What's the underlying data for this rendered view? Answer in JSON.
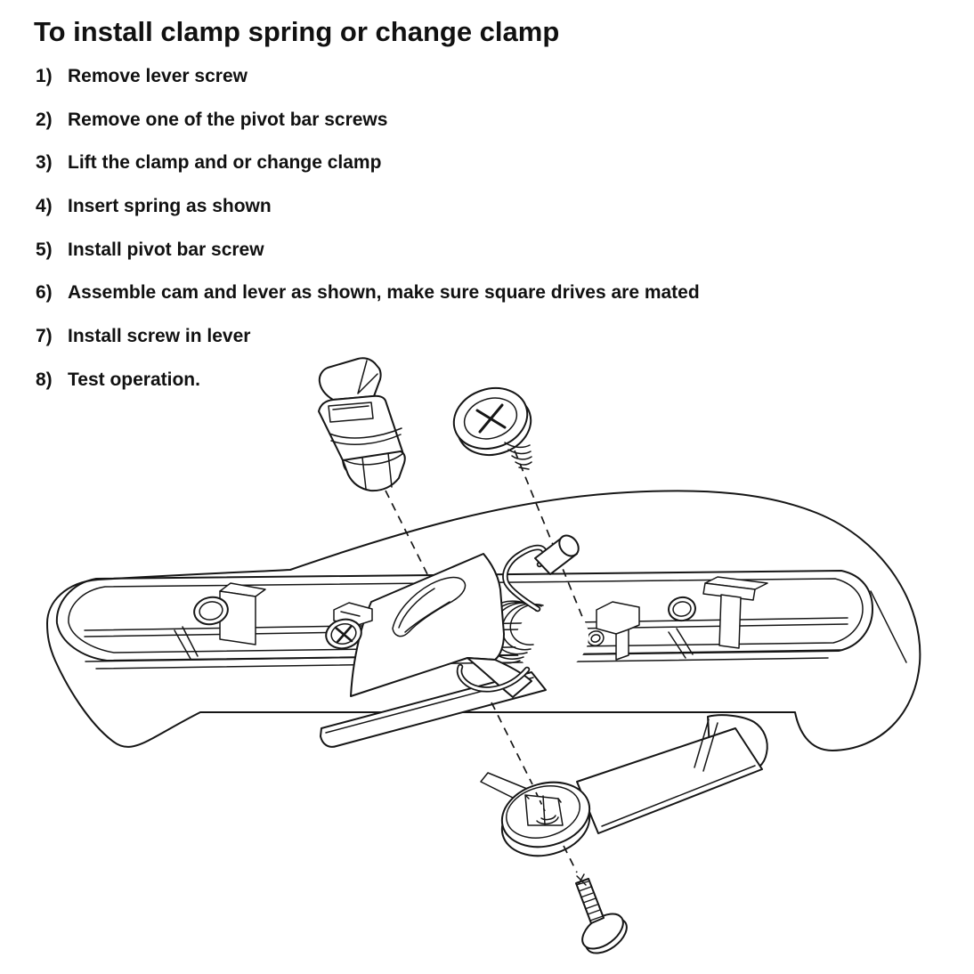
{
  "title": "To install clamp spring or change clamp",
  "steps": [
    {
      "n": "1)",
      "t": "Remove lever screw"
    },
    {
      "n": "2)",
      "t": "Remove one of the pivot bar screws"
    },
    {
      "n": "3)",
      "t": "Lift the clamp and or change clamp"
    },
    {
      "n": "4)",
      "t": "Insert spring as shown"
    },
    {
      "n": "5)",
      "t": "Install pivot bar screw"
    },
    {
      "n": "6)",
      "t": "Assemble cam and lever as shown, make sure square drives are mated"
    },
    {
      "n": "7)",
      "t": "Install screw in lever"
    },
    {
      "n": "8)",
      "t": "Test operation."
    }
  ],
  "colors": {
    "ink": "#161616",
    "paper": "#ffffff"
  }
}
